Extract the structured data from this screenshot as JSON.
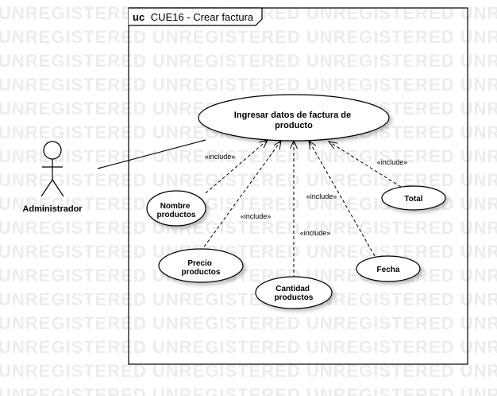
{
  "watermark": {
    "text": "UNREGISTERED"
  },
  "frame": {
    "keyword": "uc",
    "title": "CUE16 - Crear factura"
  },
  "actor": {
    "name": "Administrador"
  },
  "use_cases": {
    "main": {
      "line1": "Ingresar datos de factura de",
      "line2": "producto"
    },
    "nombre": {
      "line1": "Nombre",
      "line2": "productos"
    },
    "precio": {
      "line1": "Precio",
      "line2": "productos"
    },
    "cantidad": {
      "line1": "Cantidad",
      "line2": "productos"
    },
    "fecha": {
      "label": "Fecha"
    },
    "total": {
      "label": "Total"
    }
  },
  "relations": {
    "include_label": "«include»"
  }
}
